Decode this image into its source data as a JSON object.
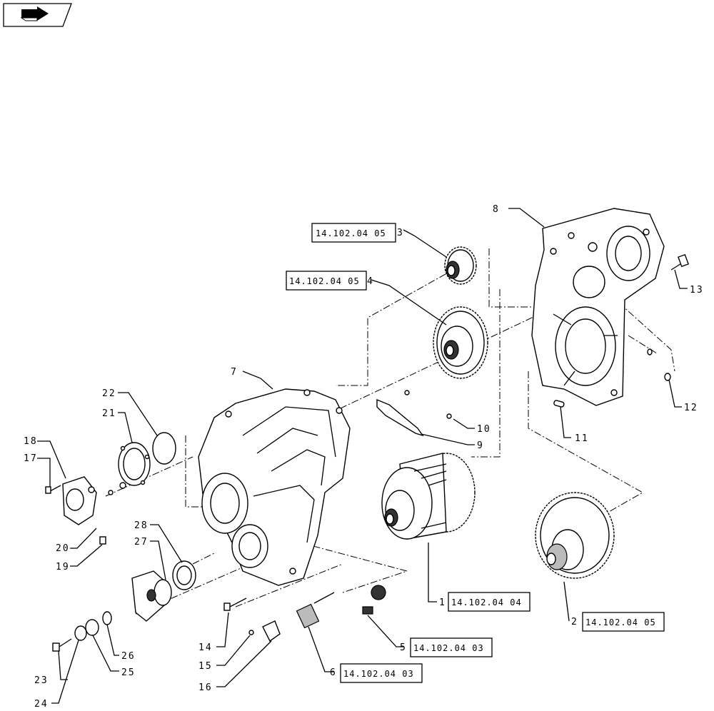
{
  "callouts": {
    "c1": "1",
    "c2": "2",
    "c3": "3",
    "c4": "4",
    "c5": "5",
    "c6": "6",
    "c7": "7",
    "c8": "8",
    "c9": "9",
    "c10": "10",
    "c11": "11",
    "c12": "12",
    "c13": "13",
    "c14": "14",
    "c15": "15",
    "c16": "16",
    "c17": "17",
    "c18": "18",
    "c19": "19",
    "c20": "20",
    "c21": "21",
    "c22": "22",
    "c23": "23",
    "c24": "24",
    "c25": "25",
    "c26": "26",
    "c27": "27",
    "c28": "28"
  },
  "references": {
    "r3": "14.102.04 05",
    "r4": "14.102.04 05",
    "r1": "14.102.04 04",
    "r2": "14.102.04 05",
    "r5": "14.102.04 03",
    "r6": "14.102.04 03"
  }
}
